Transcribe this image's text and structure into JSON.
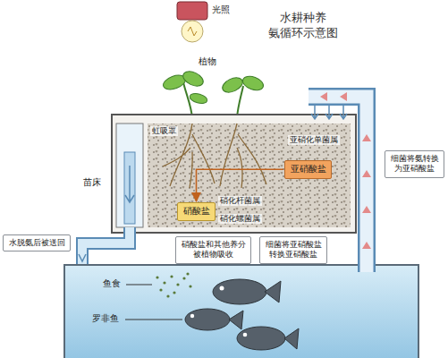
{
  "diagram": {
    "title": "水耕种养 氨循环示意图",
    "nodes": [
      {
        "text": [
          "亚硝酸盐"
        ]
      },
      {
        "text": [
          "硝酸盐"
        ]
      },
      {
        "text": [
          "细菌将氨转换 为亚硝酸盐"
        ]
      },
      {
        "text": [
          "细菌将亚硝酸盐 转换亚硝酸盐"
        ]
      },
      {
        "text": [
          "硝酸盐和其他养分 被植物吸收"
        ]
      },
      {
        "text": [
          "水脱氨后被送回"
        ]
      }
    ],
    "edges": [
      {
        "from": 0,
        "to": 1,
        "arrow": "to"
      }
    ],
    "labels": [
      "光照",
      "植物",
      "虹吸罩",
      "苗床",
      "亚硝化单菌属",
      "硝化杆菌属",
      "硝化螺菌属",
      "鱼食",
      "罗非鱼"
    ]
  }
}
